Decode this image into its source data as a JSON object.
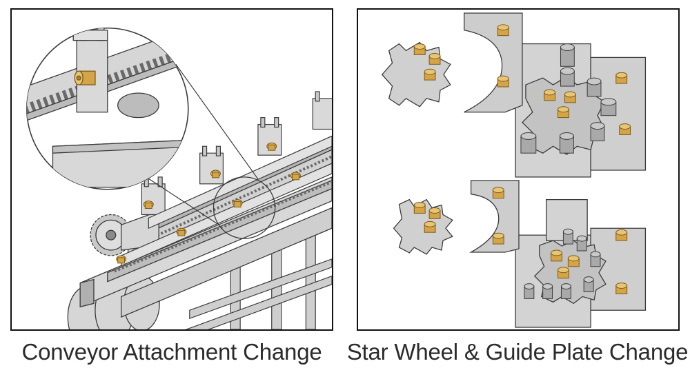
{
  "panels": [
    {
      "id": "conveyor",
      "caption": "Conveyor Attachment Change",
      "colors": {
        "metal": "#d4d4d4",
        "shade": "#a8a8a8",
        "dark": "#7a7a7a",
        "outline": "#3a3a3a",
        "brass": "#e1b65a",
        "brass_dark": "#a9802e"
      }
    },
    {
      "id": "starwheel",
      "caption": "Star Wheel & Guide Plate Change",
      "colors": {
        "plate": "#d0d0d0",
        "shade": "#b8b8b8",
        "outline": "#3a3a3a",
        "brass": "#e1b65a",
        "brass_dark": "#a9802e"
      }
    }
  ]
}
